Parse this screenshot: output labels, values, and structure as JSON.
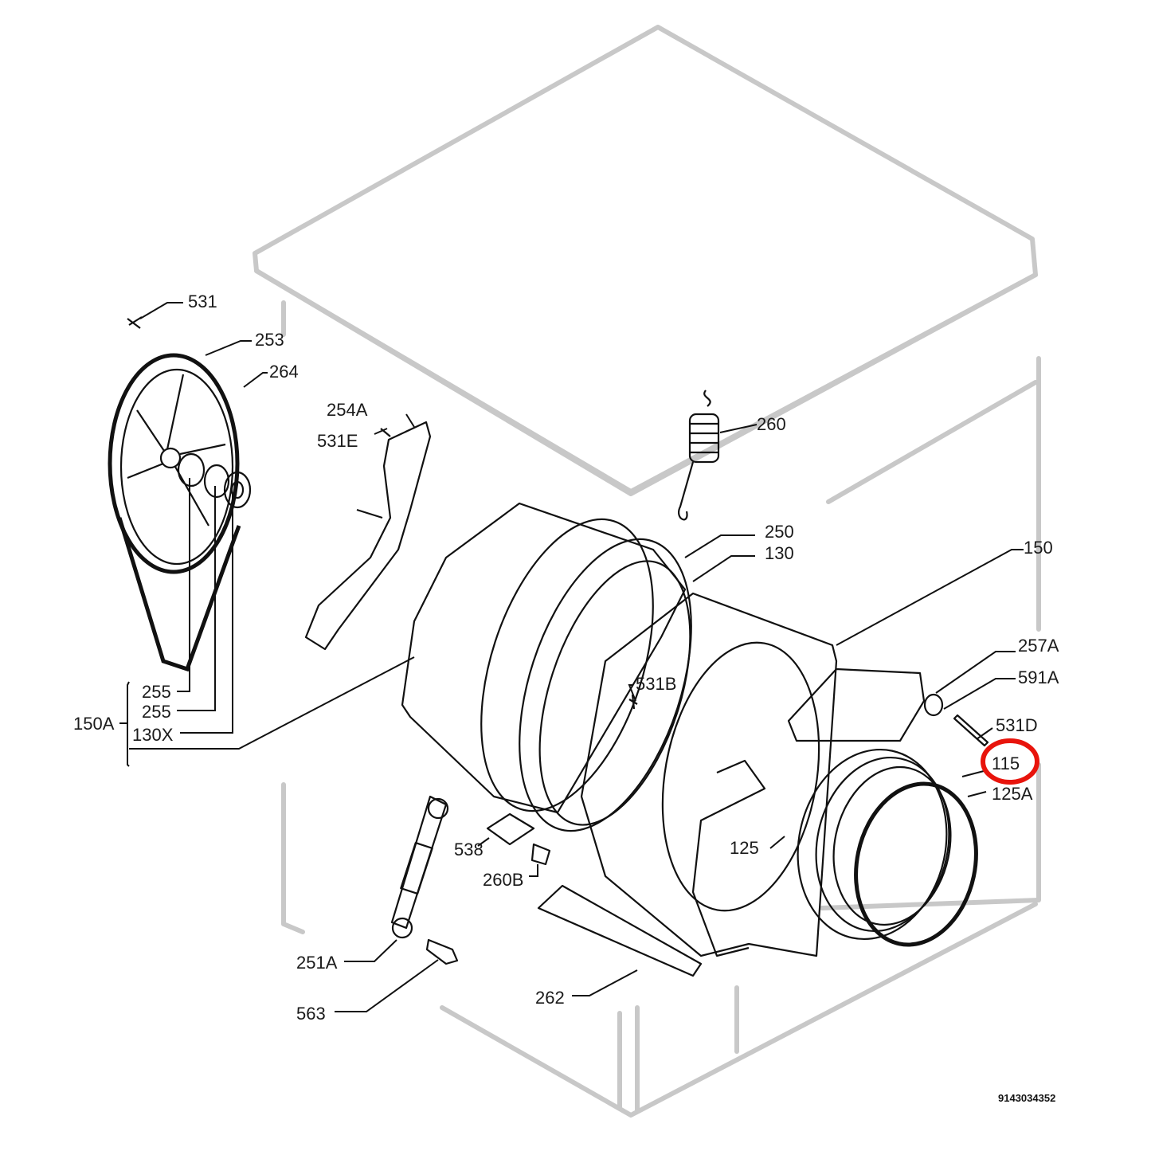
{
  "diagram": {
    "labels": {
      "l531": "531",
      "l253": "253",
      "l264": "264",
      "l254A": "254A",
      "l531E": "531E",
      "l260": "260",
      "l250": "250",
      "l130": "130",
      "l150": "150",
      "l257A": "257A",
      "l591A": "591A",
      "l531D": "531D",
      "l115": "115",
      "l125A": "125A",
      "l125": "125",
      "l531B": "531B",
      "l255a": "255",
      "l255b": "255",
      "l130X": "130X",
      "l150A": "150A",
      "l538": "538",
      "l260B": "260B",
      "l251A": "251A",
      "l563": "563",
      "l262": "262"
    },
    "reference_code": "9143034352",
    "highlight": {
      "target": "115",
      "color": "#e8140c"
    }
  }
}
